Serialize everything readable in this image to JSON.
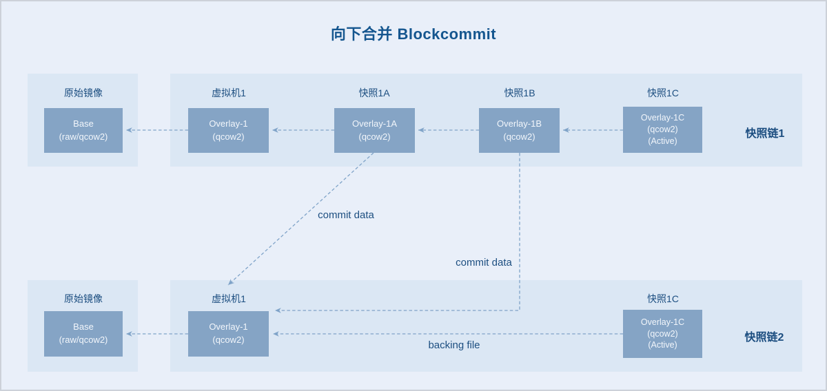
{
  "title": "向下合并 Blockcommit",
  "colors": {
    "page_bg": "#e9eff9",
    "panel_bg": "#dbe7f4",
    "box_fill": "#85a4c5",
    "box_text": "#f2f6fb",
    "label_text": "#1c4e80",
    "title_text": "#15568f",
    "line": "#7fa3c8"
  },
  "chain1": {
    "label": "快照链1",
    "origin_label": "原始镜像",
    "base": {
      "line1": "Base",
      "line2": "(raw/qcow2)"
    },
    "vm_label": "虚拟机1",
    "overlay1": {
      "line1": "Overlay-1",
      "line2": "(qcow2)"
    },
    "snap_a_label": "快照1A",
    "overlay1a": {
      "line1": "Overlay-1A",
      "line2": "(qcow2)"
    },
    "snap_b_label": "快照1B",
    "overlay1b": {
      "line1": "Overlay-1B",
      "line2": "(qcow2)"
    },
    "snap_c_label": "快照1C",
    "overlay1c": {
      "line1": "Overlay-1C",
      "line2": "(qcow2)",
      "line3": "(Active)"
    }
  },
  "chain2": {
    "label": "快照链2",
    "origin_label": "原始镜像",
    "base": {
      "line1": "Base",
      "line2": "(raw/qcow2)"
    },
    "vm_label": "虚拟机1",
    "overlay1": {
      "line1": "Overlay-1",
      "line2": "(qcow2)"
    },
    "snap_c_label": "快照1C",
    "overlay1c": {
      "line1": "Overlay-1C",
      "line2": "(qcow2)",
      "line3": "(Active)"
    }
  },
  "edges": {
    "commit_a": "commit data",
    "commit_b": "commit data",
    "backing": "backing file"
  }
}
